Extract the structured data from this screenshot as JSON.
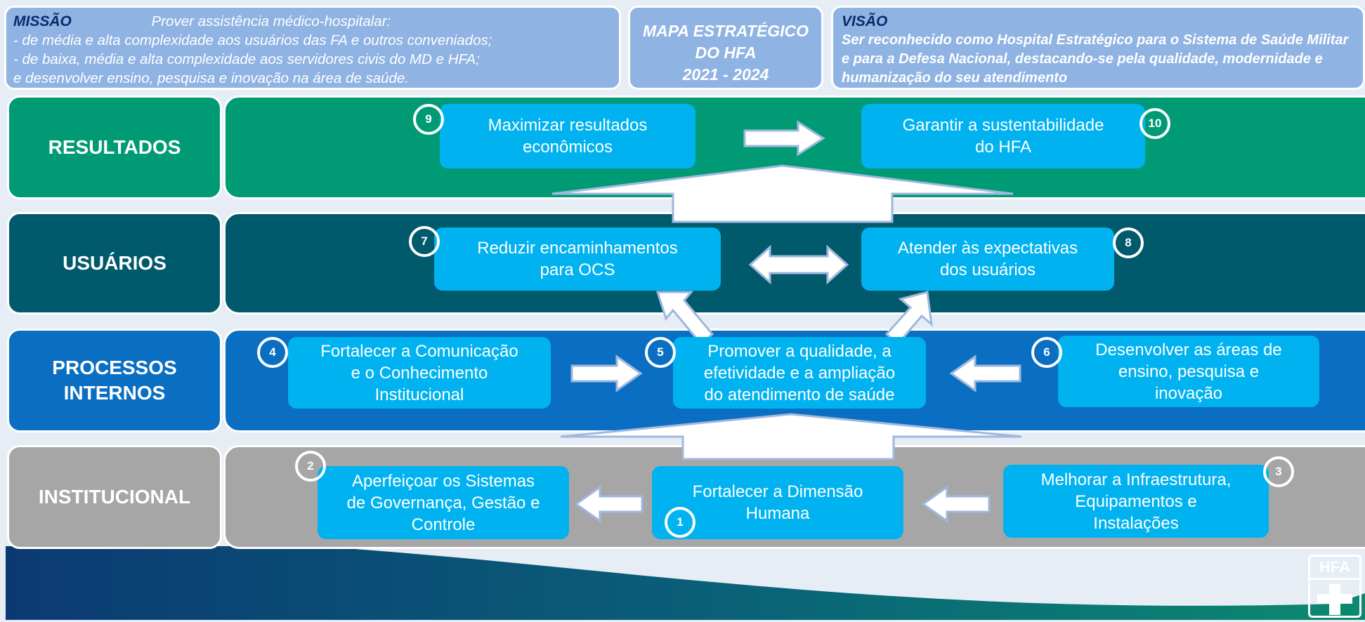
{
  "header": {
    "mission": {
      "title": "MISSÃO",
      "lead": "Prover assistência médico-hospitalar:",
      "lines": [
        "-  de média e alta complexidade aos usuários das FA e outros conveniados;",
        "- de baixa, média e alta complexidade aos servidores civis do MD e HFA;",
        "e desenvolver ensino, pesquisa e inovação na área de saúde."
      ]
    },
    "map": {
      "line1": "MAPA ESTRATÉGICO",
      "line2": "DO HFA",
      "line3": "2021 - 2024"
    },
    "vision": {
      "title": "VISÃO",
      "text": "Ser reconhecido como Hospital Estratégico para o Sistema de Saúde Militar e para a Defesa Nacional, destacando-se pela qualidade, modernidade e humanização do seu atendimento"
    }
  },
  "rows": {
    "resultados": {
      "label": "RESULTADOS",
      "color": "#009b74"
    },
    "usuarios": {
      "label": "USUÁRIOS",
      "color": "#005a6b"
    },
    "processos": {
      "label_line1": "PROCESSOS",
      "label_line2": "INTERNOS",
      "color": "#0a6fc2"
    },
    "institucional": {
      "label": "INSTITUCIONAL",
      "color": "#a6a6a6"
    }
  },
  "objectives": {
    "o1": {
      "num": "1",
      "line1": "Fortalecer a Dimensão",
      "line2": "Humana"
    },
    "o2": {
      "num": "2",
      "line1": "Aperfeiçoar os Sistemas",
      "line2": "de Governança, Gestão e",
      "line3": "Controle"
    },
    "o3": {
      "num": "3",
      "line1": "Melhorar a Infraestrutura,",
      "line2": "Equipamentos e",
      "line3": "Instalações"
    },
    "o4": {
      "num": "4",
      "line1": "Fortalecer a Comunicação",
      "line2": "e o Conhecimento",
      "line3": "Institucional"
    },
    "o5": {
      "num": "5",
      "line1": "Promover a qualidade,  a",
      "line2": "efetividade e a ampliação",
      "line3": "do atendimento de saúde"
    },
    "o6": {
      "num": "6",
      "line1": "Desenvolver as áreas de",
      "line2": "ensino, pesquisa e",
      "line3": "inovação"
    },
    "o7": {
      "num": "7",
      "line1": "Reduzir encaminhamentos",
      "line2": "para OCS"
    },
    "o8": {
      "num": "8",
      "line1": "Atender às expectativas",
      "line2": "dos usuários"
    },
    "o9": {
      "num": "9",
      "line1": "Maximizar resultados",
      "line2": "econômicos"
    },
    "o10": {
      "num": "10",
      "line1": "Garantir a sustentabilidade",
      "line2": "do HFA"
    }
  },
  "logo": {
    "text": "HFA"
  },
  "colors": {
    "objective_box": "#00b2f0",
    "header_box": "#8fb3e3",
    "header_title": "#0b2a6e"
  }
}
